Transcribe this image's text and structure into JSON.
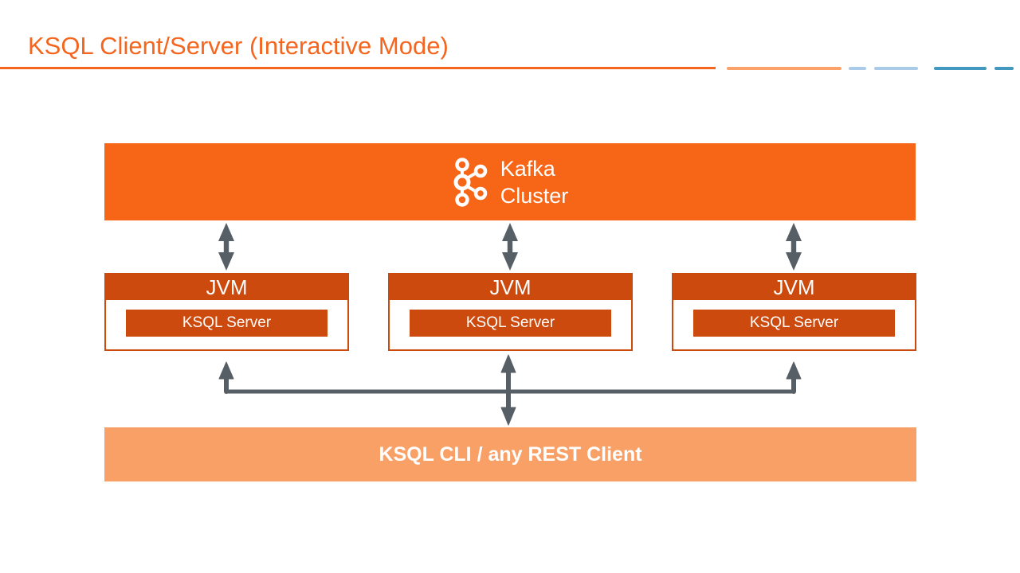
{
  "slide": {
    "title": "KSQL Client/Server (Interactive Mode)"
  },
  "colors": {
    "accent_orange": "#F4651E",
    "kafka_box": "#F76517",
    "dark_orange": "#CC4A0E",
    "light_orange": "#F9A067",
    "arrow_gray": "#575F66",
    "divider_light_orange": "#FBA26B",
    "divider_light_blue": "#A9CBE8",
    "divider_teal": "#4298BE"
  },
  "kafka_cluster": {
    "icon": "kafka-logo-icon",
    "label_line1": "Kafka",
    "label_line2": "Cluster"
  },
  "jvm_boxes": [
    {
      "label": "JVM",
      "inner_label": "KSQL Server"
    },
    {
      "label": "JVM",
      "inner_label": "KSQL Server"
    },
    {
      "label": "JVM",
      "inner_label": "KSQL Server"
    }
  ],
  "client_box": {
    "label": "KSQL CLI / any REST Client"
  }
}
